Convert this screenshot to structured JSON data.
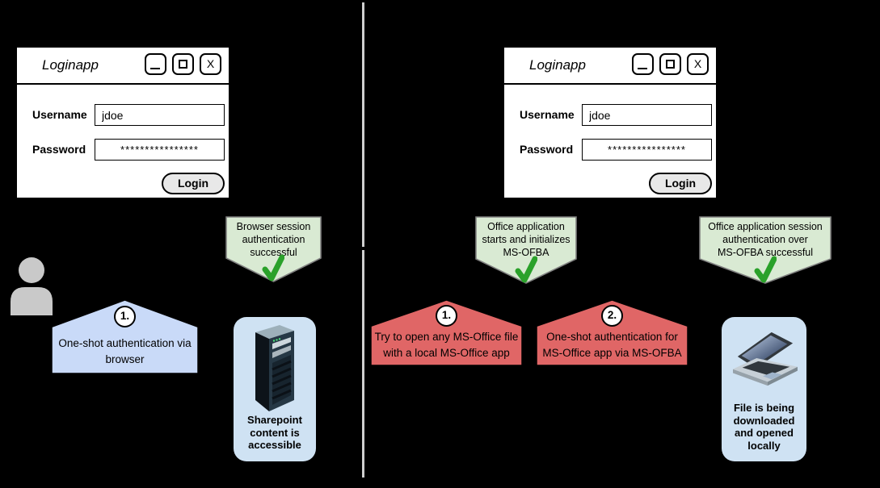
{
  "diagram": {
    "background": "#000000",
    "divider_color": "#cfcfcf"
  },
  "windows": {
    "left": {
      "title": "Loginapp",
      "close_label": "X",
      "username_label": "Username",
      "username_value": "jdoe",
      "password_label": "Password",
      "password_value": "****************",
      "login_label": "Login"
    },
    "right": {
      "title": "Loginapp",
      "close_label": "X",
      "username_label": "Username",
      "username_value": "jdoe",
      "password_label": "Password",
      "password_value": "****************",
      "login_label": "Login"
    }
  },
  "callouts": {
    "browser_session": {
      "text": "Browser session\nauthentication\nsuccessful"
    },
    "ofba_init": {
      "text": "Office application\nstarts and initializes\nMS-OFBA"
    },
    "ofba_success": {
      "text": "Office application session\nauthentication over\nMS-OFBA successful"
    }
  },
  "banners": {
    "browser_auth": {
      "number": "1.",
      "text": "One-shot authentication via\nbrowser",
      "color": "#c9daf8"
    },
    "open_file": {
      "number": "1.",
      "text": "Try to open any MS-Office file\nwith a local MS-Office app",
      "color": "#e06666"
    },
    "ofba_auth": {
      "number": "2.",
      "text": "One-shot authentication for\nMS-Office app via MS-OFBA",
      "color": "#e06666"
    }
  },
  "results": {
    "sharepoint": {
      "icon": "server-icon",
      "text": "Sharepoint\ncontent is\naccessible"
    },
    "file": {
      "icon": "laptop-icon",
      "text": "File is being\ndownloaded\nand opened\nlocally"
    }
  },
  "icons": {
    "minimize": "minimize-icon",
    "maximize": "maximize-icon",
    "close": "close-icon",
    "person": "person-icon",
    "checkmark": "checkmark-icon"
  },
  "colors": {
    "callout_green": "#d9ead3",
    "callout_border": "#808080",
    "banner_blue": "#c9daf8",
    "banner_red": "#e06666",
    "box_blue": "#cfe2f3",
    "check_green": "#2aa12a",
    "person_gray": "#c9c9c9"
  }
}
